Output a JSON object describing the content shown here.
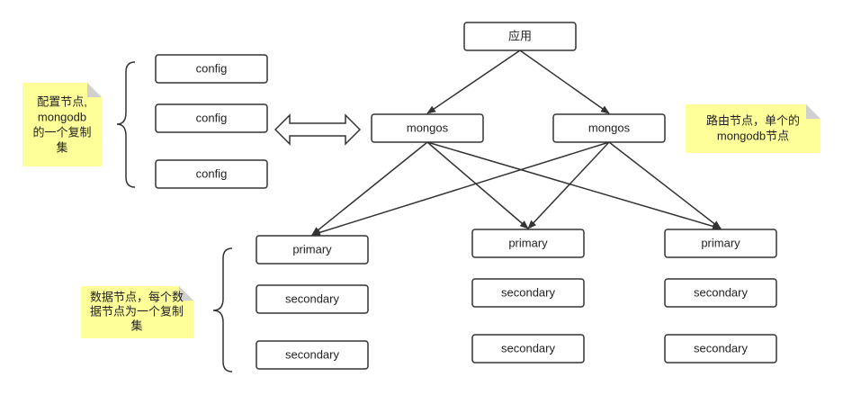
{
  "app": "应用",
  "config_nodes": [
    "config",
    "config",
    "config"
  ],
  "mongos_nodes": [
    "mongos",
    "mongos"
  ],
  "shards": [
    {
      "primary": "primary",
      "secondaries": [
        "secondary",
        "secondary"
      ]
    },
    {
      "primary": "primary",
      "secondaries": [
        "secondary",
        "secondary"
      ]
    },
    {
      "primary": "primary",
      "secondaries": [
        "secondary",
        "secondary"
      ]
    }
  ],
  "notes": {
    "config": [
      "配置节点,",
      "mongodb",
      "的一个复制",
      "集"
    ],
    "router": [
      "路由节点，单个的",
      "mongodb节点"
    ],
    "data": [
      "数据节点，每个数",
      "据节点为一个复制",
      "集"
    ]
  }
}
